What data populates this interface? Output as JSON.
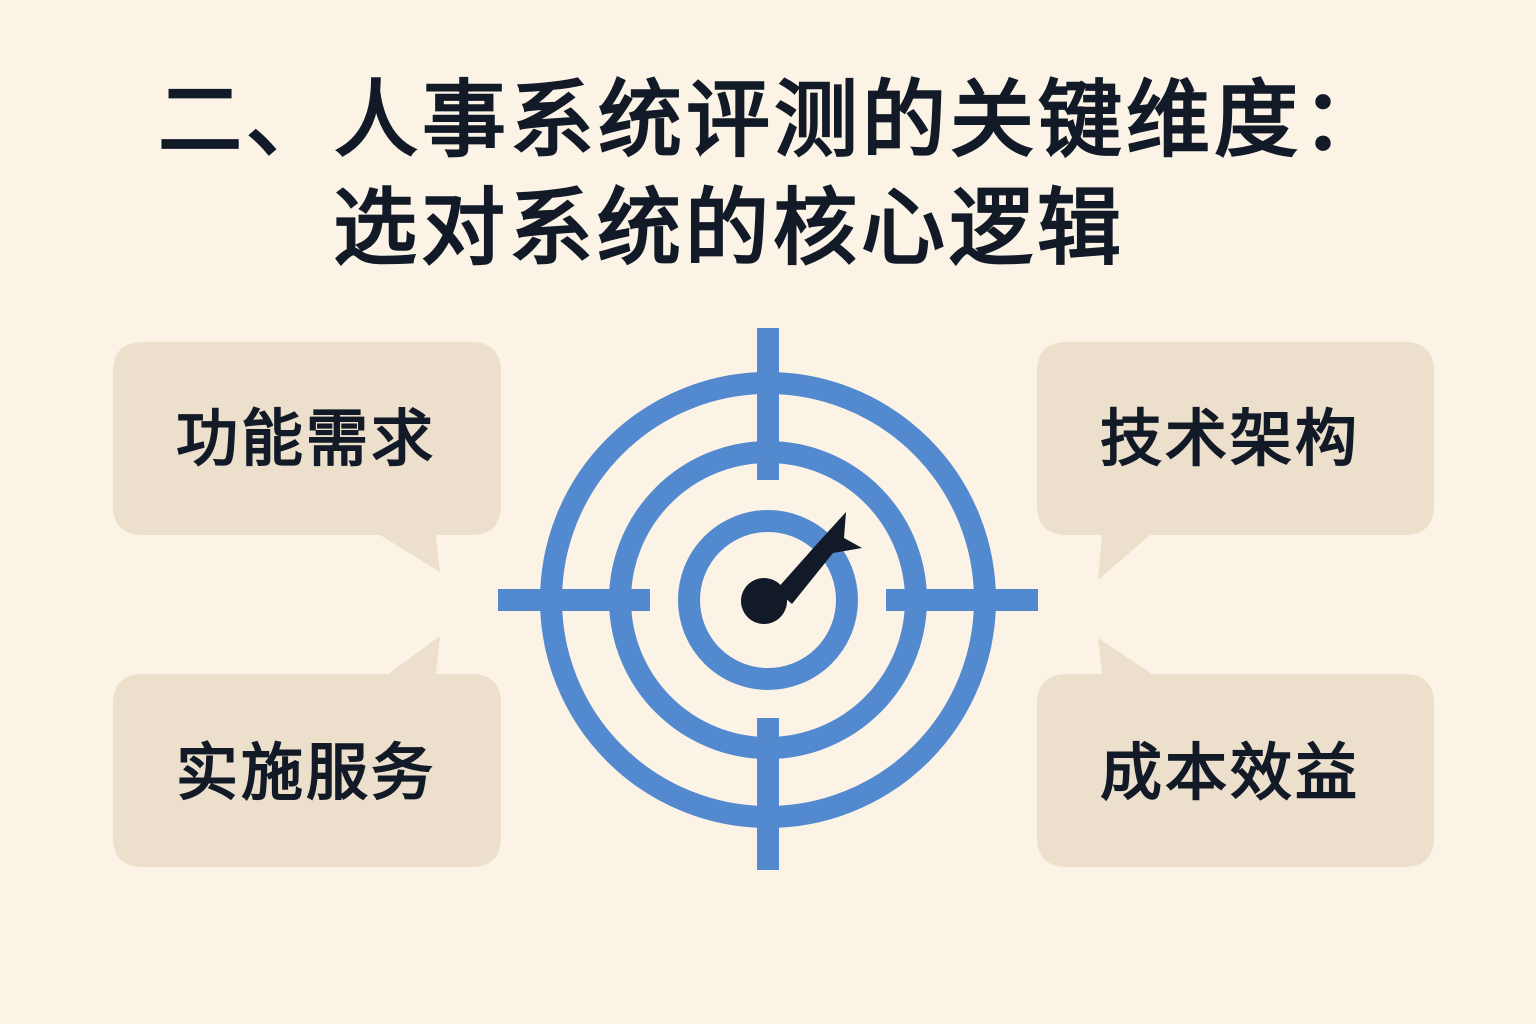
{
  "title": {
    "line1": "二、人事系统评测的关键维度：",
    "line2": "选对系统的核心逻辑"
  },
  "dimensions": [
    {
      "label": "功能需求"
    },
    {
      "label": "技术架构"
    },
    {
      "label": "实施服务"
    },
    {
      "label": "成本效益"
    }
  ],
  "colors": {
    "background": "#fcf3e7",
    "card": "#ecdfcb",
    "target": "#5389cf",
    "needle": "#111a26",
    "text": "#111a26"
  },
  "icons": {
    "center": "target-icon",
    "pointer": "gauge-needle-icon"
  }
}
